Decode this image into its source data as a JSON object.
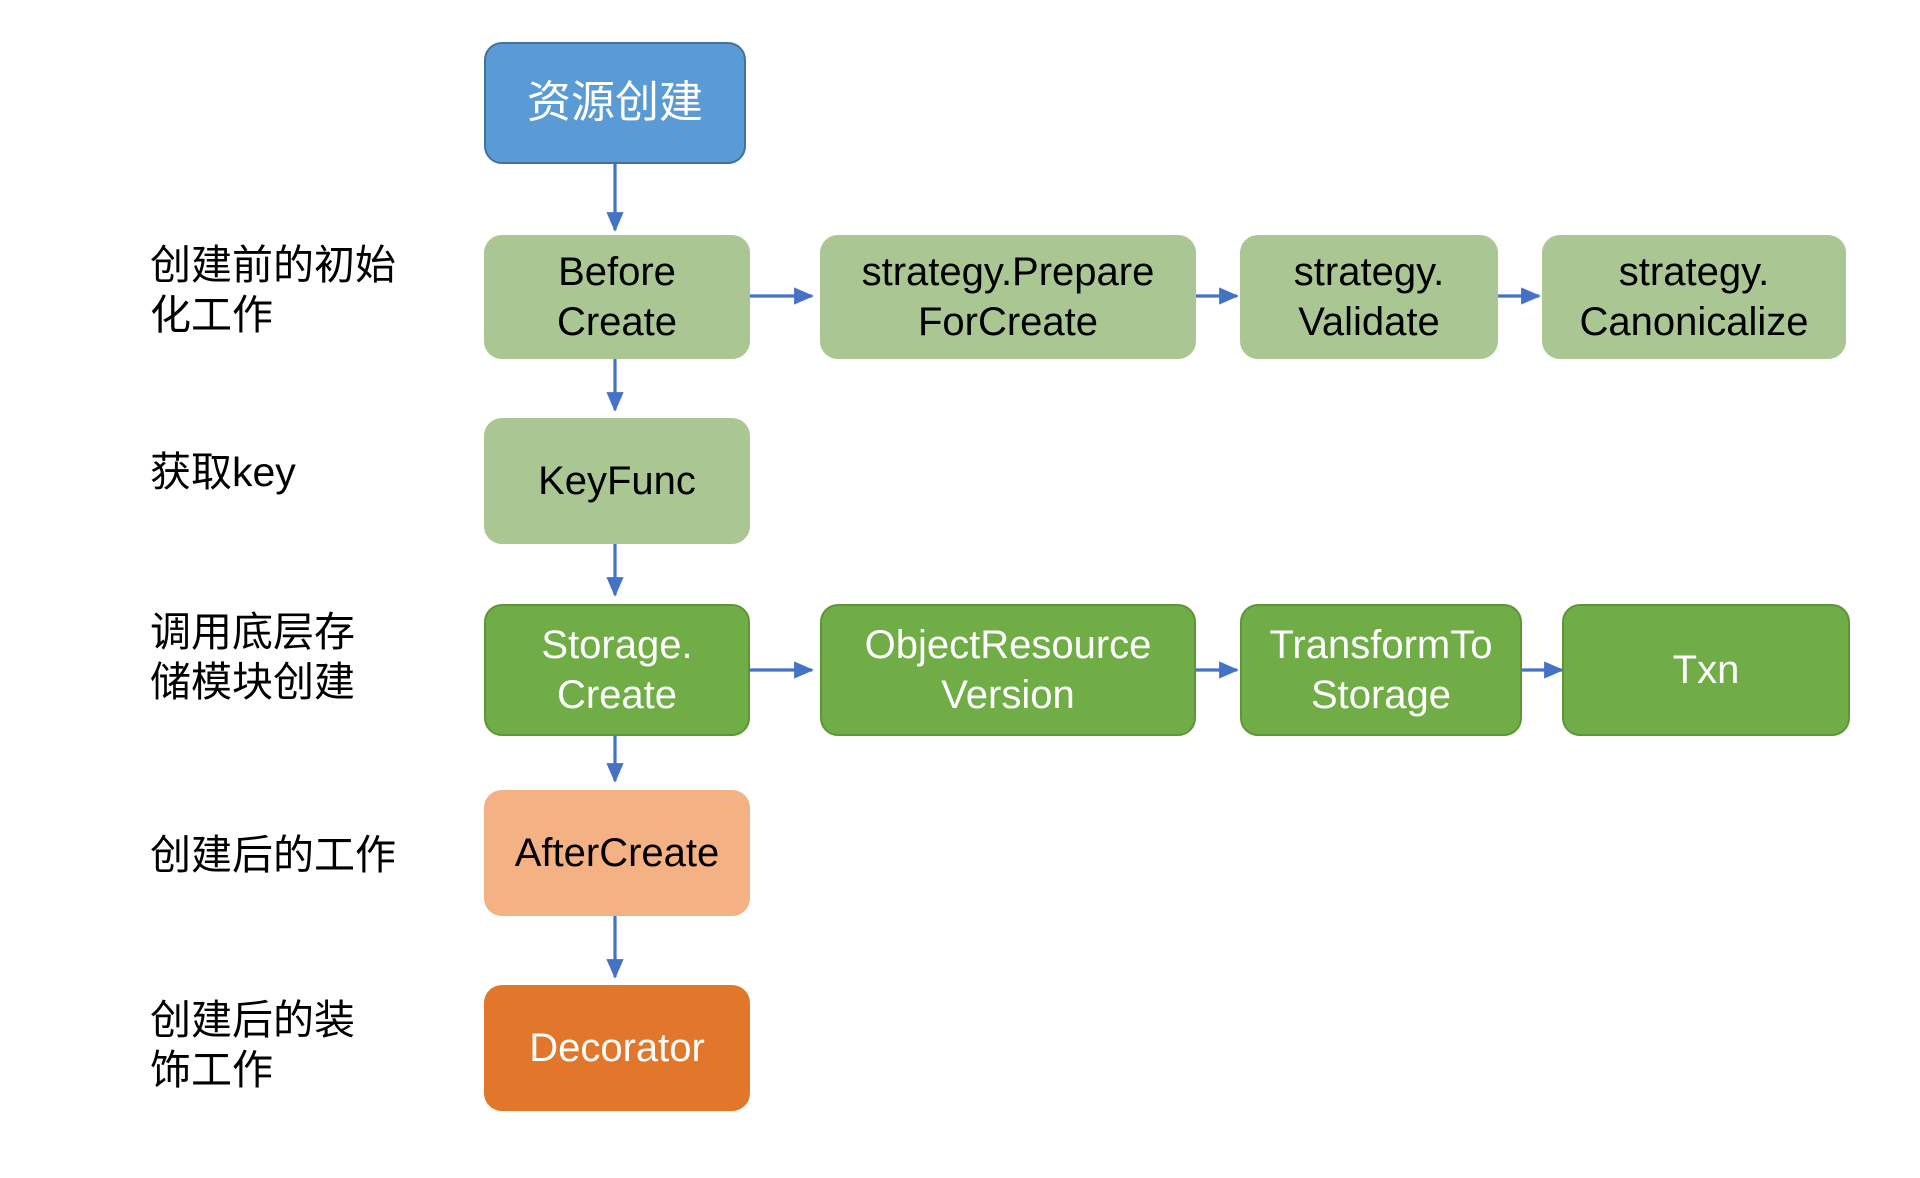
{
  "diagram": {
    "title_node": {
      "label": "资源创建"
    },
    "row_labels": [
      {
        "id": "label-before-create",
        "text": "创建前的初始\n化工作"
      },
      {
        "id": "label-keyfunc",
        "text": "获取key"
      },
      {
        "id": "label-storage-create",
        "text": "调用底层存\n储模块创建"
      },
      {
        "id": "label-after-create",
        "text": "创建后的工作"
      },
      {
        "id": "label-decorator",
        "text": "创建后的装\n饰工作"
      }
    ],
    "nodes": {
      "before_create": "Before\nCreate",
      "prepare_for_create": "strategy.Prepare\nForCreate",
      "validate": "strategy.\nValidate",
      "canonicalize": "strategy.\nCanonicalize",
      "keyfunc": "KeyFunc",
      "storage_create": "Storage.\nCreate",
      "object_resource_version": "ObjectResource\nVersion",
      "transform_to_storage": "TransformTo\nStorage",
      "txn": "Txn",
      "after_create": "AfterCreate",
      "decorator": "Decorator"
    },
    "colors": {
      "blue_fill": "#5B9BD5",
      "blue_border": "#41719C",
      "light_green_fill": "#A9C693",
      "dark_green_fill": "#70AD47",
      "dark_green_border": "#5E9537",
      "light_orange_fill": "#F4B183",
      "dark_orange_fill": "#E2762A",
      "arrow": "#4472C4",
      "text_dark": "#000000",
      "text_light": "#FFFFFF"
    }
  },
  "chart_data": {
    "type": "diagram",
    "title": "资源创建",
    "flow": [
      {
        "stage": "创建前的初始化工作",
        "chain": [
          "BeforeCreate",
          "strategy.PrepareForCreate",
          "strategy.Validate",
          "strategy.Canonicalize"
        ]
      },
      {
        "stage": "获取key",
        "chain": [
          "KeyFunc"
        ]
      },
      {
        "stage": "调用底层存储模块创建",
        "chain": [
          "Storage.Create",
          "ObjectResourceVersion",
          "TransformToStorage",
          "Txn"
        ]
      },
      {
        "stage": "创建后的工作",
        "chain": [
          "AfterCreate"
        ]
      },
      {
        "stage": "创建后的装饰工作",
        "chain": [
          "Decorator"
        ]
      }
    ],
    "vertical_chain": [
      "资源创建",
      "BeforeCreate",
      "KeyFunc",
      "Storage.Create",
      "AfterCreate",
      "Decorator"
    ]
  }
}
